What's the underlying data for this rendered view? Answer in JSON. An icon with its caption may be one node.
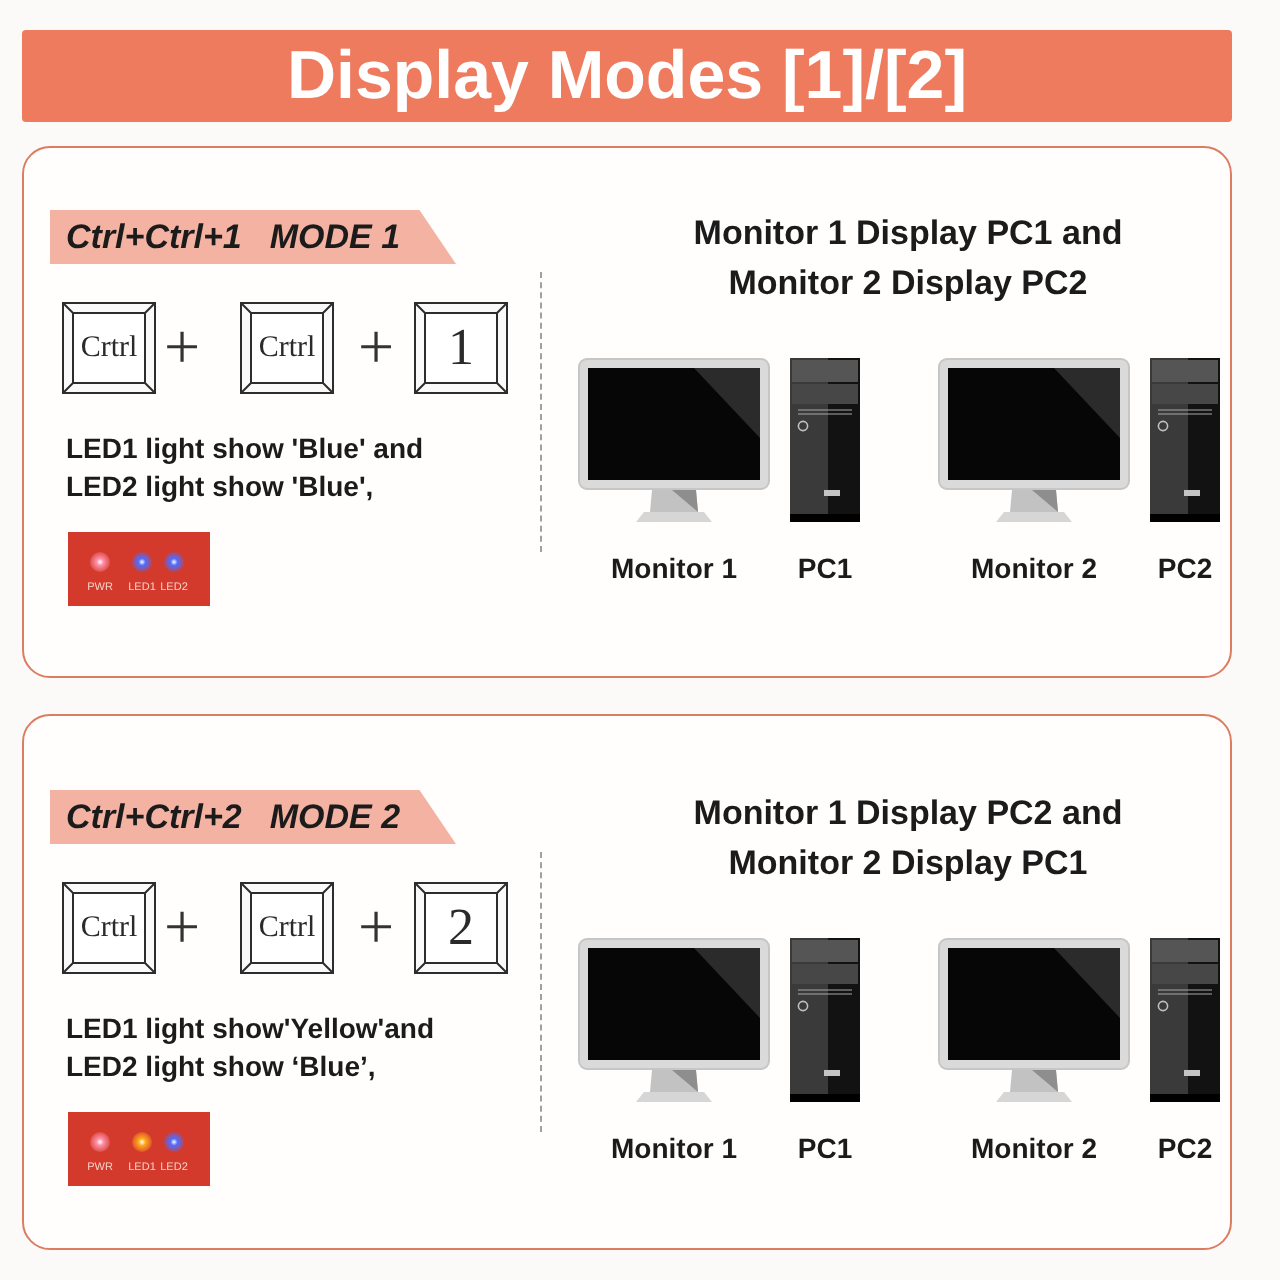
{
  "diagram": {
    "title": "Display Modes [1]/[2]",
    "nodes": [
      {
        "text": [
          "Monitor 1 Display PC1 and Monitor 2 Display PC2",
          "LED1 light show 'Blue' and LED2 light show 'Blue',"
        ]
      },
      {
        "text": [
          "Ctrl+Ctrl+1",
          "MODE 1"
        ],
        "in": 0
      },
      {
        "text": [
          "Crtrl"
        ],
        "in": 0
      },
      {
        "text": [
          "Crtrl"
        ],
        "in": 0
      },
      {
        "text": [
          "1"
        ],
        "in": 0
      },
      {
        "text": [
          "PWR",
          "LED1",
          "LED2"
        ],
        "in": 0
      },
      {
        "text": [],
        "shape": "picture",
        "beside": [
          "Monitor 1"
        ],
        "in": 0
      },
      {
        "text": [],
        "shape": "picture",
        "beside": [
          "PC1"
        ],
        "in": 0
      },
      {
        "text": [],
        "shape": "picture",
        "beside": [
          "Monitor 2"
        ],
        "in": 0
      },
      {
        "text": [],
        "shape": "picture",
        "beside": [
          "PC2"
        ],
        "in": 0
      },
      {
        "text": [
          "Monitor 1 Display PC2 and Monitor 2 Display PC1",
          "LED1 light show'Yellow'and LED2 light show ‘Blue’,"
        ]
      },
      {
        "text": [
          "Ctrl+Ctrl+2",
          "MODE 2"
        ],
        "in": 10
      },
      {
        "text": [
          "Crtrl"
        ],
        "in": 10
      },
      {
        "text": [
          "Crtrl"
        ],
        "in": 10
      },
      {
        "text": [
          "2"
        ],
        "in": 10
      },
      {
        "text": [
          "PWR",
          "LED1",
          "LED2"
        ],
        "in": 10
      },
      {
        "text": [],
        "shape": "picture",
        "beside": [
          "Monitor 1"
        ],
        "in": 10
      },
      {
        "text": [],
        "shape": "picture",
        "beside": [
          "PC1"
        ],
        "in": 10
      },
      {
        "text": [],
        "shape": "picture",
        "beside": [
          "Monitor 2"
        ],
        "in": 10
      },
      {
        "text": [],
        "shape": "picture",
        "beside": [
          "PC2"
        ],
        "in": 10
      }
    ],
    "labels": [
      "+",
      "+",
      "+",
      "+"
    ]
  }
}
